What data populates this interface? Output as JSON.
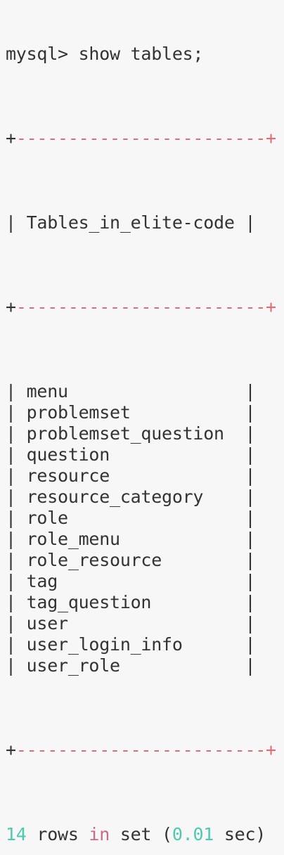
{
  "prompt": "mysql> show tables;",
  "border": {
    "left_plus": "+",
    "dashes": "----------------------",
    "tail": "--+"
  },
  "header": "Tables_in_elite-code",
  "tables": [
    "menu",
    "problemset",
    "problemset_question",
    "question",
    "resource",
    "resource_category",
    "role",
    "role_menu",
    "role_resource",
    "tag",
    "tag_question",
    "user",
    "user_login_info",
    "user_role"
  ],
  "footer": {
    "count": "14",
    "rows_text": " rows ",
    "in_text": "in",
    "set_text": " set (",
    "time": "0.01",
    "sec_text": " sec)"
  },
  "colors": {
    "background": "#f7f7f7",
    "text": "#333333",
    "border_dash": "#e06c75",
    "number": "#4ec9b0",
    "keyword": "#c86a8c"
  }
}
